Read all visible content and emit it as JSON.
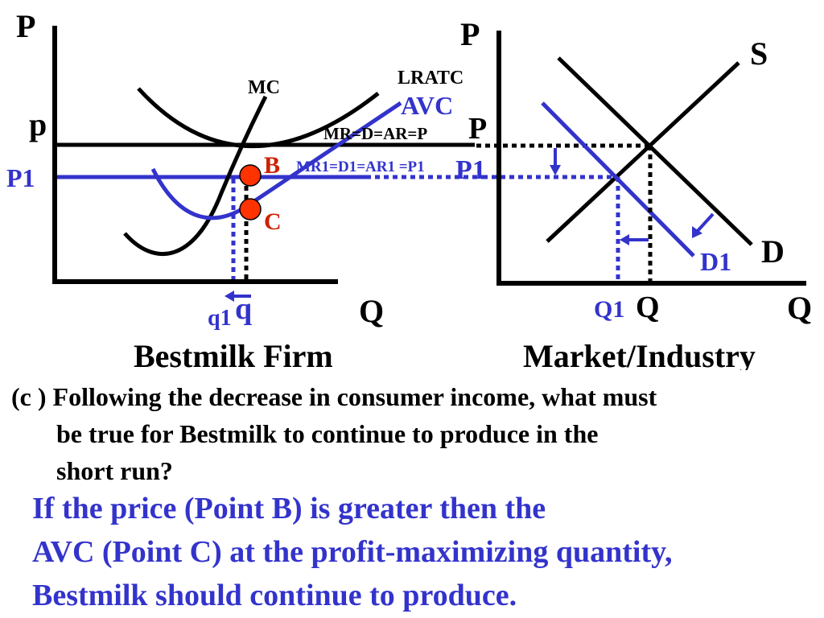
{
  "colors": {
    "black": "#000000",
    "blue": "#3333cc",
    "point_fill": "#ff3300"
  },
  "firm": {
    "y_axis_label": "P",
    "x_axis_label": "Q",
    "price_label": "p",
    "new_price_label": "P1",
    "mc_label": "MC",
    "lratc_label": "LRATC",
    "avc_label": "AVC",
    "mr_label": "MR=D=AR=P",
    "mr1_label": "MR1=D1=AR1 =P1",
    "point_b_label": "B",
    "point_c_label": "C",
    "q_label": "q",
    "q1_label": "q1",
    "caption": "Bestmilk Firm"
  },
  "market": {
    "y_axis_label": "P",
    "x_axis_label": "Q",
    "price_label": "P",
    "new_price_label": "P1",
    "supply_label": "S",
    "demand_label": "D",
    "demand1_label": "D1",
    "q_label": "Q",
    "q1_label": "Q1",
    "caption": "Market/Industry"
  },
  "question": {
    "prefix": "(c )",
    "line1": "Following the decrease in consumer income, what must",
    "line2": "be true for Bestmilk to continue to produce in the",
    "line3": "short run?"
  },
  "answer": {
    "line1": "If the price (Point B) is greater then the",
    "line2": "AVC (Point C) at the profit-maximizing quantity,",
    "line3": "Bestmilk should continue to produce."
  }
}
